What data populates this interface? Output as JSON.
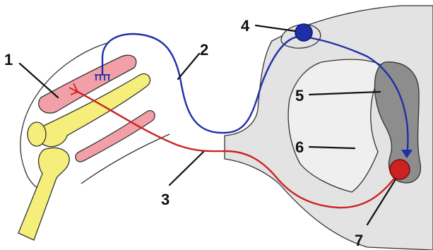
{
  "colors": {
    "sensory_neuron": "#cc2222",
    "motor_neuron": "#1f2fa8",
    "bone": "#f5ee7a",
    "muscle": "#f2a0a8",
    "spinal_grey": "#e3e3e3",
    "grey_matter_horn": "#8d8d8d"
  },
  "labels": [
    {
      "id": "muscle",
      "text": "1"
    },
    {
      "id": "motor-nerve-fiber",
      "text": "2"
    },
    {
      "id": "sensory-nerve-fiber",
      "text": "3"
    },
    {
      "id": "sensory-neuron-body",
      "text": "4"
    },
    {
      "id": "grey-matter",
      "text": "5"
    },
    {
      "id": "white-matter",
      "text": "6"
    },
    {
      "id": "motor-neuron-body",
      "text": "7"
    }
  ]
}
